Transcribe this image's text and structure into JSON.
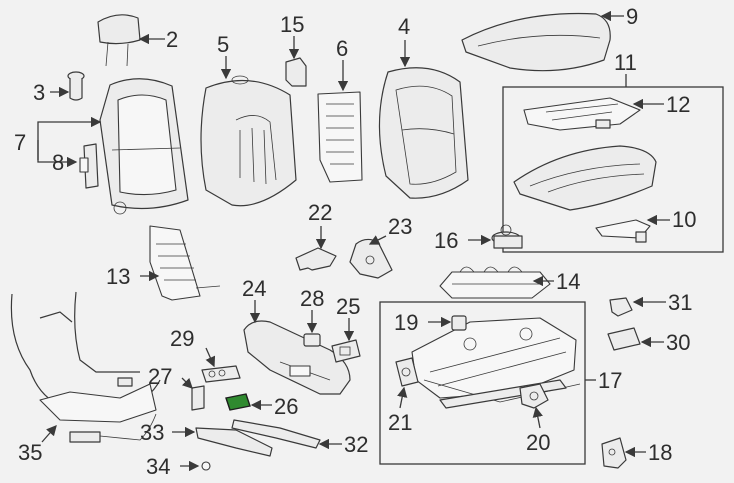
{
  "callouts": {
    "c2": "2",
    "c3": "3",
    "c4": "4",
    "c5": "5",
    "c6": "6",
    "c7": "7",
    "c8": "8",
    "c9": "9",
    "c10": "10",
    "c11": "11",
    "c12": "12",
    "c13": "13",
    "c14": "14",
    "c15": "15",
    "c16": "16",
    "c17": "17",
    "c18": "18",
    "c19": "19",
    "c20": "20",
    "c21": "21",
    "c22": "22",
    "c23": "23",
    "c24": "24",
    "c25": "25",
    "c26": "26",
    "c27": "27",
    "c28": "28",
    "c29": "29",
    "c30": "30",
    "c31": "31",
    "c32": "32",
    "c33": "33",
    "c34": "34",
    "c35": "35"
  },
  "colors": {
    "background": "#f2f2f2",
    "line": "#3a3a3a",
    "highlight": "#2f8a2f"
  },
  "highlighted_part": "26"
}
